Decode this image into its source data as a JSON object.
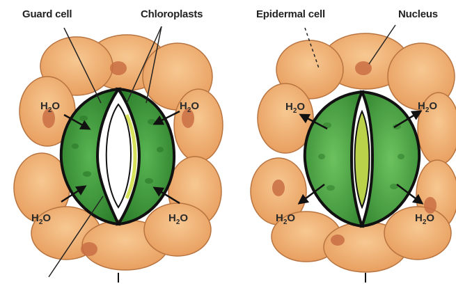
{
  "labels": {
    "guard_cell": "Guard cell",
    "chloroplasts": "Chloroplasts",
    "epidermal_cell": "Epidermal cell",
    "nucleus": "Nucleus"
  },
  "water": {
    "text": "H",
    "subscript": "2",
    "suffix": "O"
  },
  "left_stoma": {
    "state": "open",
    "water_arrows": "into guard cells"
  },
  "right_stoma": {
    "state": "closed",
    "water_arrows": "out of guard cells"
  },
  "colors": {
    "epidermal_cell": "#f0b074",
    "epidermal_outline": "#b87440",
    "nucleus": "#c96e44",
    "guard_cell_left": "#3f9b3b",
    "guard_cell_right": "#4ea848",
    "pore_closed": "#b9d24a",
    "outline": "#111111"
  }
}
